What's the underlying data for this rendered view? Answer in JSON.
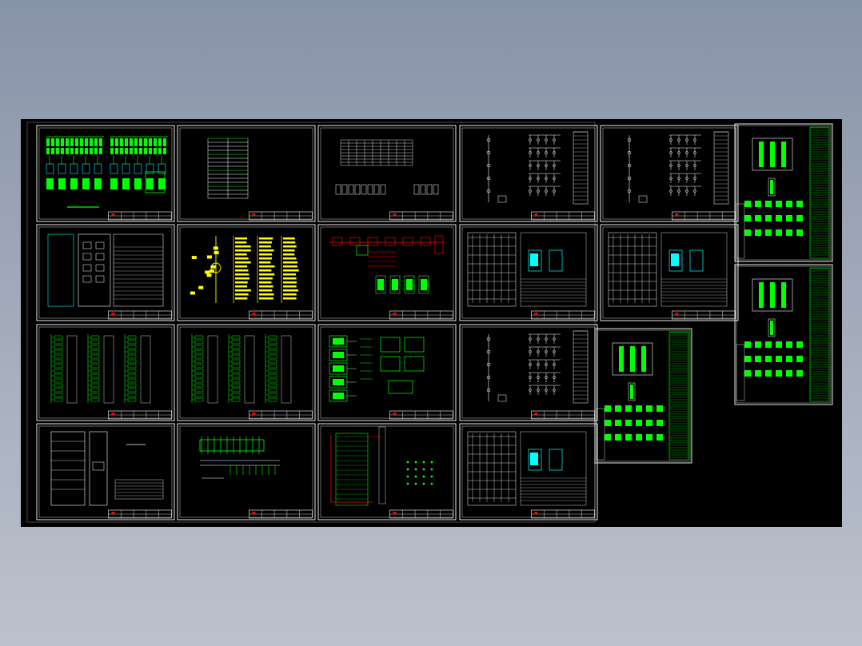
{
  "canvas": {
    "background": "#000000"
  },
  "colors": {
    "frame": "#ffffff",
    "green": "#00ff00",
    "yellow": "#ffff00",
    "cyan": "#00ffff",
    "red": "#ff0000",
    "border_gray": "#5a5a5a"
  },
  "sheets": [
    {
      "name": "sheet-r1-c1",
      "kind": "green-breakers"
    },
    {
      "name": "sheet-r1-c2",
      "kind": "table-single"
    },
    {
      "name": "sheet-r1-c3",
      "kind": "tables"
    },
    {
      "name": "sheet-r1-c4",
      "kind": "single-line"
    },
    {
      "name": "sheet-r1-c5",
      "kind": "single-line"
    },
    {
      "name": "sheet-r2-c1",
      "kind": "cabinet-layout"
    },
    {
      "name": "sheet-r2-c2",
      "kind": "yellow-wiring"
    },
    {
      "name": "sheet-r2-c3",
      "kind": "red-blocks"
    },
    {
      "name": "sheet-r2-c4",
      "kind": "control-circuit"
    },
    {
      "name": "sheet-r2-c5",
      "kind": "control-circuit"
    },
    {
      "name": "sheet-r3-c1",
      "kind": "green-terminals"
    },
    {
      "name": "sheet-r3-c2",
      "kind": "green-terminals"
    },
    {
      "name": "sheet-r3-c3",
      "kind": "green-modules"
    },
    {
      "name": "sheet-r3-c4",
      "kind": "single-line"
    },
    {
      "name": "sheet-r4-c1",
      "kind": "cabinet-white"
    },
    {
      "name": "sheet-r4-c2",
      "kind": "busbar"
    },
    {
      "name": "sheet-r4-c3",
      "kind": "red-green-schematic"
    },
    {
      "name": "sheet-r4-c4",
      "kind": "control-circuit"
    },
    {
      "name": "sheet-extra-1",
      "kind": "terminal-strip"
    },
    {
      "name": "sheet-extra-2",
      "kind": "terminal-strip"
    },
    {
      "name": "sheet-extra-3",
      "kind": "terminal-strip"
    }
  ]
}
